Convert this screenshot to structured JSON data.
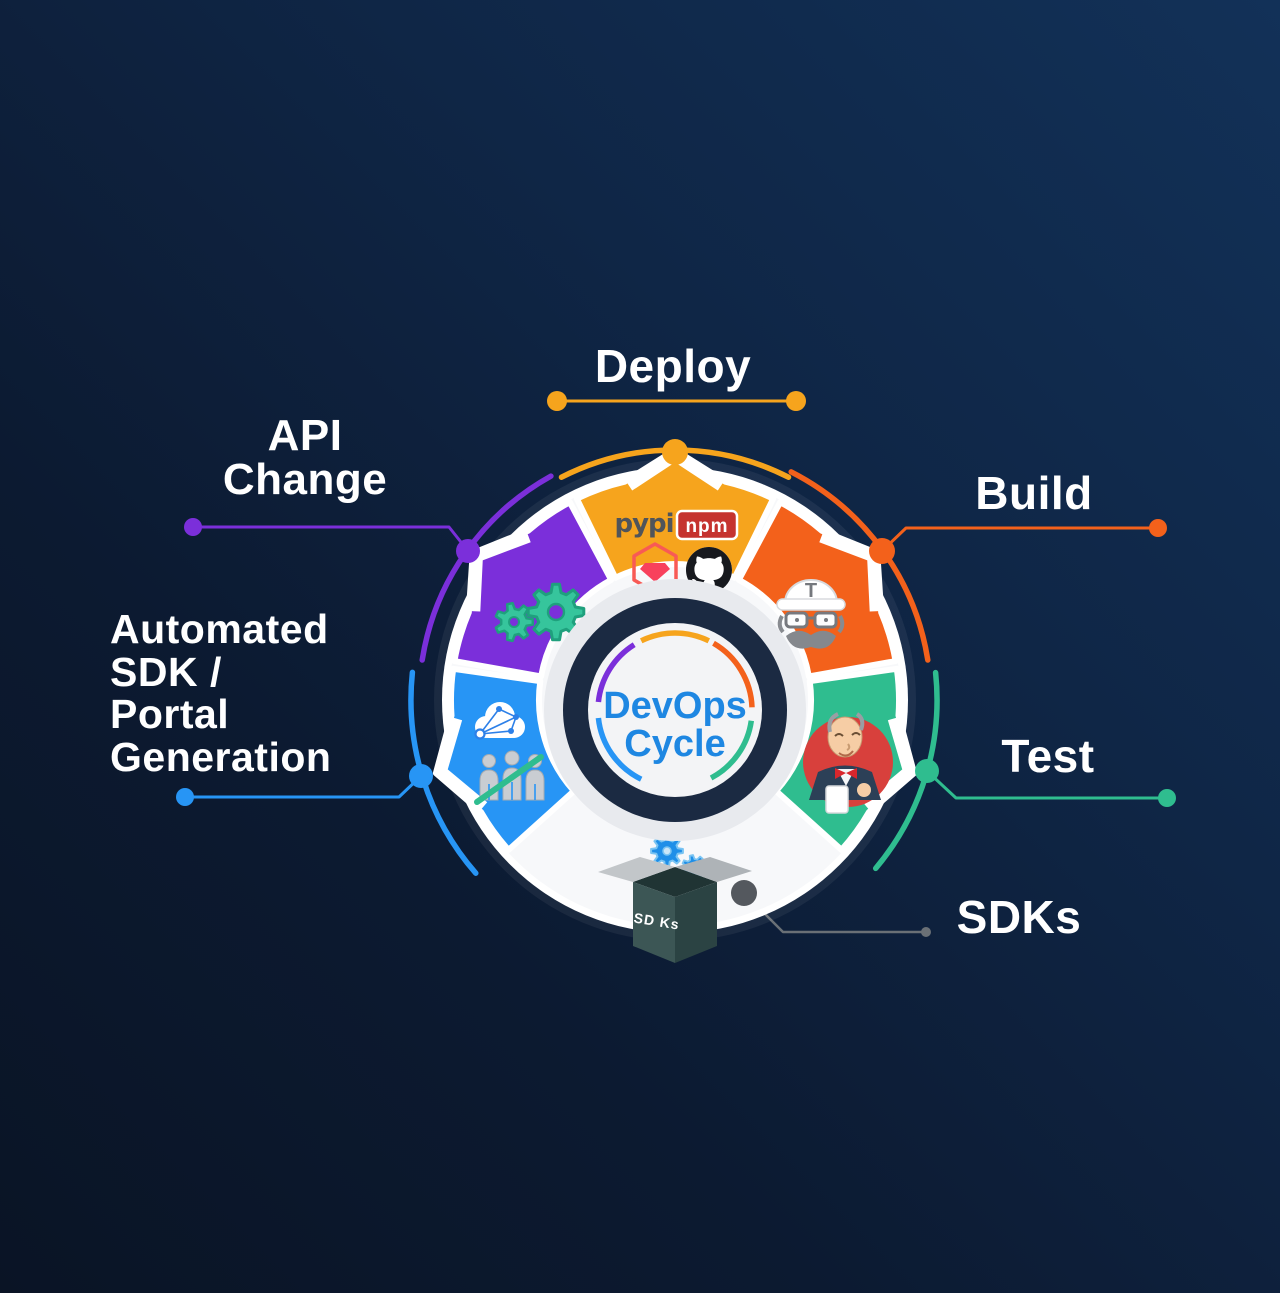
{
  "page": {
    "title": "DevOps Cycle"
  },
  "background": {
    "top_right": "#123158",
    "mid": "#0F2646",
    "bottom_left": "#0A1425"
  },
  "center": {
    "line1": "DevOps",
    "line2": "Cycle",
    "text_color": "#1E87E2",
    "ring_color": "#1B2A42",
    "face_color": "#F3F4F6",
    "halo_color": "#E8EAEE"
  },
  "colors": {
    "deploy": "#F6A41D",
    "build": "#F3611B",
    "test": "#2FBD8F",
    "portal": "#2795F5",
    "api_change": "#7B2FDA",
    "sdks_connector": "#6A7076",
    "sdks_dot": "#54585E",
    "disc": "#F7F8FA",
    "disc_rim": "#FFFFFF",
    "label_text": "#FFFFFF"
  },
  "labels": {
    "deploy": {
      "text": "Deploy"
    },
    "build": {
      "text": "Build"
    },
    "test": {
      "text": "Test"
    },
    "sdks": {
      "text": "SDKs"
    },
    "api_change": {
      "lines": [
        "API",
        "Change"
      ]
    },
    "portal": {
      "lines": [
        "Automated",
        "SDK /",
        "Portal",
        "Generation"
      ]
    }
  },
  "wheel": {
    "segments": [
      {
        "id": "deploy",
        "name": "Deploy",
        "color_key": "deploy",
        "start": 64,
        "end": 116,
        "arrow": 90,
        "icons": [
          "pypi-logo",
          "npm-logo",
          "rubygems-logo",
          "github-logo"
        ]
      },
      {
        "id": "build",
        "name": "Build",
        "color_key": "build",
        "start": 10,
        "end": 62,
        "arrow": 36,
        "icons": [
          "travis-ci-mascot"
        ]
      },
      {
        "id": "test",
        "name": "Test",
        "color_key": "test",
        "start": -42,
        "end": 8,
        "arrow": -17,
        "icons": [
          "jenkins-mascot"
        ]
      },
      {
        "id": "sdks",
        "name": "SDKs",
        "color_key": "disc",
        "start": -138,
        "end": -42,
        "icons": [
          "sdk-box-icon",
          "sdk-gears-icon"
        ]
      },
      {
        "id": "portal",
        "name": "Automated SDK / Portal Generation",
        "color_key": "portal",
        "start": 172,
        "end": 222,
        "arrow": 197,
        "icons": [
          "cloud-network-icon",
          "team-slash-icon"
        ]
      },
      {
        "id": "api_change",
        "name": "API Change",
        "color_key": "api_change",
        "start": 118,
        "end": 170,
        "arrow": 144,
        "icons": [
          "gears-icon"
        ]
      }
    ],
    "outer_arcs": [
      {
        "color_key": "deploy",
        "r": 250,
        "start": 63,
        "end": 117
      },
      {
        "color_key": "build",
        "r": 256,
        "start": 9,
        "end": 63
      },
      {
        "color_key": "api_change",
        "r": 256,
        "start": 119,
        "end": 171
      },
      {
        "color_key": "test",
        "r": 262,
        "start": -40,
        "end": 6
      },
      {
        "color_key": "portal",
        "r": 264,
        "start": 174,
        "end": 221
      }
    ],
    "inner_arcs": [
      {
        "color_key": "deploy",
        "start": 64,
        "end": 116
      },
      {
        "color_key": "api_change",
        "start": 122,
        "end": 174
      },
      {
        "color_key": "portal",
        "start": 186,
        "end": 244
      },
      {
        "color_key": "test",
        "start": -62,
        "end": -8
      },
      {
        "color_key": "build",
        "start": 2,
        "end": 60
      }
    ],
    "logos": {
      "pypi": "pypi",
      "npm": "npm",
      "travis_t": "T",
      "sdk_box": "SD Ks"
    }
  }
}
